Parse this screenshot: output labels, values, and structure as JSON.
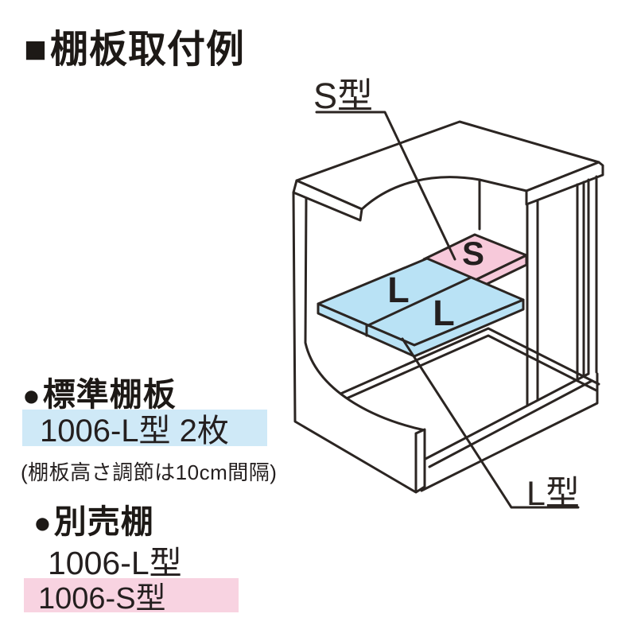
{
  "title": {
    "marker": "■",
    "text": "棚板取付例"
  },
  "diagram": {
    "s_callout": "S型",
    "l_callout": "L型",
    "shelf_s_letter": "S",
    "shelf_l1_letter": "L",
    "shelf_l2_letter": "L"
  },
  "legend": {
    "standard": {
      "marker": "●",
      "label": "標準棚板",
      "item": "1006-L型 2枚",
      "note": "(棚板高さ調節は10cm間隔)"
    },
    "optional": {
      "marker": "●",
      "label": "別売棚",
      "item_l": "1006-L型",
      "item_s": "1006-S型"
    }
  },
  "colors": {
    "line": "#2b2522",
    "text": "#241f1f",
    "shelf_s": "#f7c9da",
    "shelf_l": "#b9e2f5",
    "highlight_blue": "#cfe9f7",
    "highlight_pink": "#f8d3e1",
    "bullet": "#1d1916"
  }
}
